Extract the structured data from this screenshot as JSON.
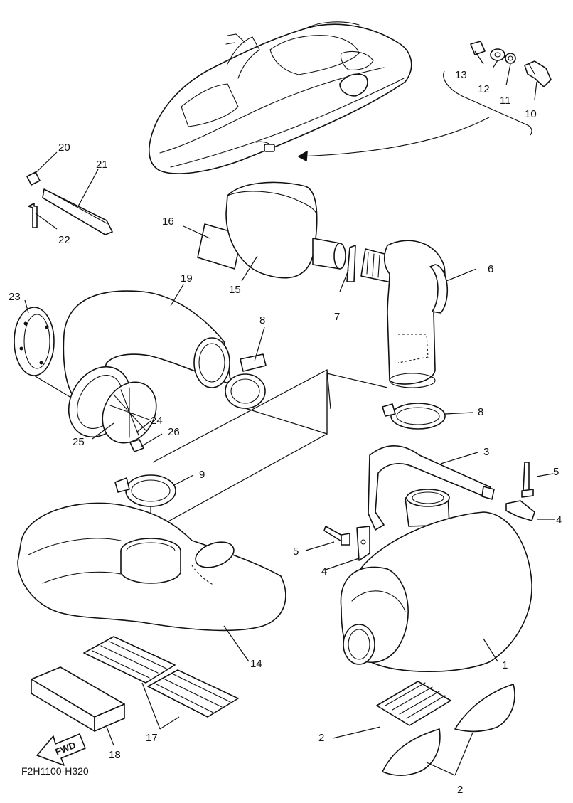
{
  "diagram": {
    "reference_code": "F2H1100-H320",
    "direction_label": "FWD"
  },
  "callouts": [
    {
      "id": "c1",
      "text": "1"
    },
    {
      "id": "c2a",
      "text": "2"
    },
    {
      "id": "c2b",
      "text": "2"
    },
    {
      "id": "c3",
      "text": "3"
    },
    {
      "id": "c4a",
      "text": "4"
    },
    {
      "id": "c4b",
      "text": "4"
    },
    {
      "id": "c5a",
      "text": "5"
    },
    {
      "id": "c5b",
      "text": "5"
    },
    {
      "id": "c6",
      "text": "6"
    },
    {
      "id": "c7",
      "text": "7"
    },
    {
      "id": "c8a",
      "text": "8"
    },
    {
      "id": "c8b",
      "text": "8"
    },
    {
      "id": "c9",
      "text": "9"
    },
    {
      "id": "c10",
      "text": "10"
    },
    {
      "id": "c11",
      "text": "11"
    },
    {
      "id": "c12",
      "text": "12"
    },
    {
      "id": "c13",
      "text": "13"
    },
    {
      "id": "c14",
      "text": "14"
    },
    {
      "id": "c15",
      "text": "15"
    },
    {
      "id": "c16",
      "text": "16"
    },
    {
      "id": "c17",
      "text": "17"
    },
    {
      "id": "c18",
      "text": "18"
    },
    {
      "id": "c19",
      "text": "19"
    },
    {
      "id": "c20",
      "text": "20"
    },
    {
      "id": "c21",
      "text": "21"
    },
    {
      "id": "c22",
      "text": "22"
    },
    {
      "id": "c23",
      "text": "23"
    },
    {
      "id": "c24",
      "text": "24"
    },
    {
      "id": "c25",
      "text": "25"
    },
    {
      "id": "c26",
      "text": "26"
    }
  ]
}
